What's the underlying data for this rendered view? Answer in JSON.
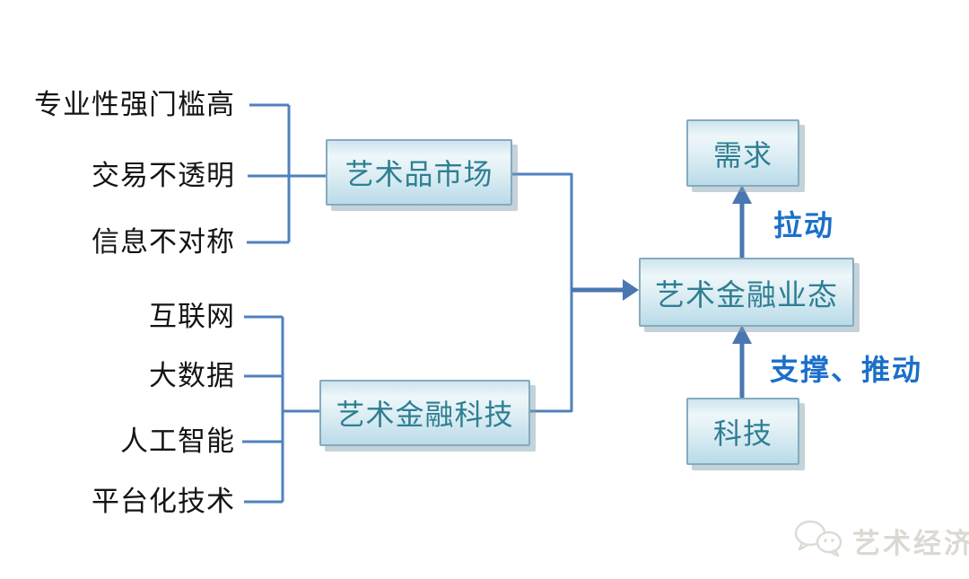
{
  "factors_market": {
    "items": [
      "专业性强门槛高",
      "交易不透明",
      "信息不对称"
    ]
  },
  "factors_tech": {
    "items": [
      "互联网",
      "大数据",
      "人工智能",
      "平台化技术"
    ]
  },
  "boxes": {
    "art_market": "艺术品市场",
    "art_fintech": "艺术金融科技",
    "art_finance_ecosystem": "艺术金融业态",
    "demand": "需求",
    "technology": "科技"
  },
  "edge_labels": {
    "pull": "拉动",
    "support_push": "支撑、推动"
  },
  "watermark": {
    "icon": "wechat-chat-bubbles-icon",
    "text": "艺术经济"
  },
  "colors": {
    "connector": "#4f81bd",
    "arrow": "#4a77b2",
    "box_border": "#84abbf",
    "box_text": "#2e7f93",
    "edge_label": "#1b6fc9",
    "side_text": "#141414",
    "watermark": "#dcd8d2"
  }
}
